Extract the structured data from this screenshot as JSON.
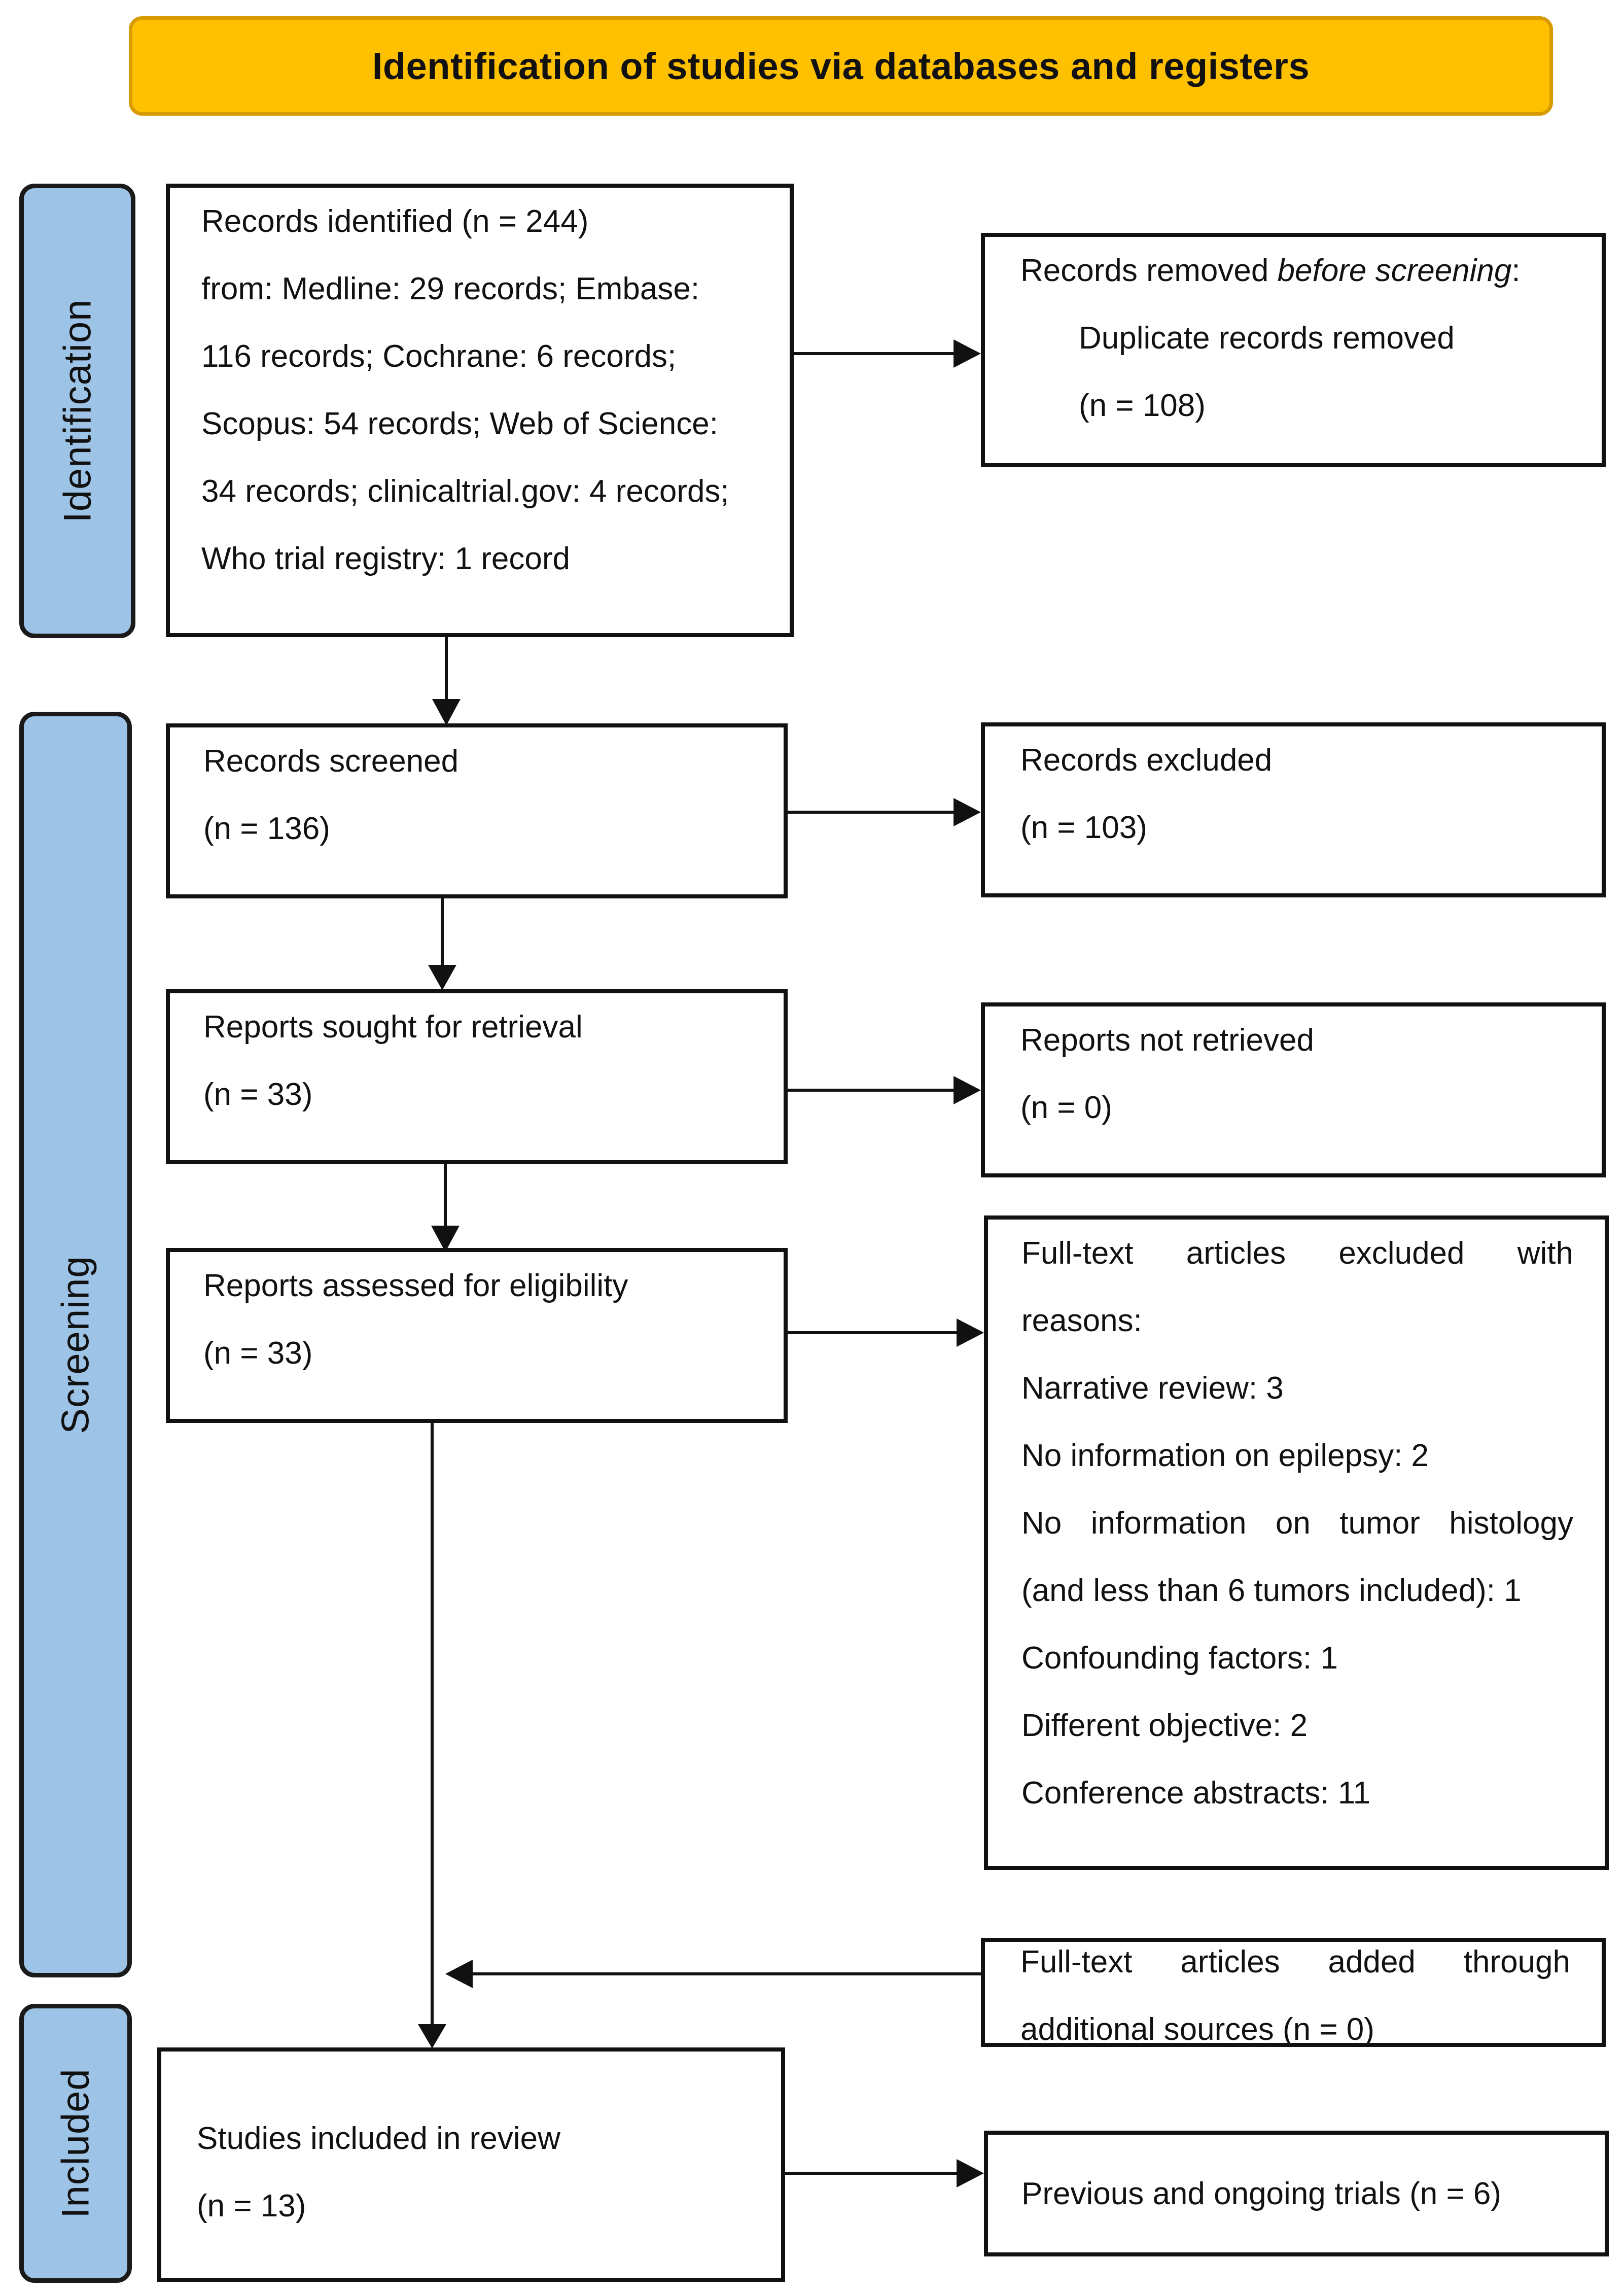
{
  "header": {
    "title": "Identification of studies via databases and registers"
  },
  "phases": {
    "identification": "Identification",
    "screening": "Screening",
    "included": "Included"
  },
  "records_identified": {
    "lines": [
      "Records identified (n = 244)",
      "from: Medline: 29 records; Embase:",
      "116 records; Cochrane: 6 records;",
      "Scopus: 54 records; Web of Science:",
      "34 records; clinicaltrial.gov: 4 records;",
      "Who trial registry: 1 record"
    ]
  },
  "records_removed": {
    "prefix": "Records removed ",
    "emphasis": "before screening",
    "suffix": ":",
    "line2": "Duplicate records removed",
    "line3": "(n = 108)"
  },
  "records_screened": {
    "label": "Records screened",
    "count": "(n = 136)"
  },
  "records_excluded": {
    "label": "Records excluded",
    "count": "(n = 103)"
  },
  "reports_sought": {
    "label": "Reports sought for retrieval",
    "count": "(n = 33)"
  },
  "reports_not_retrieved": {
    "label": "Reports not retrieved",
    "count": "(n = 0)"
  },
  "reports_assessed": {
    "label": "Reports assessed for eligibility",
    "count": "(n = 33)"
  },
  "fulltext_excluded": {
    "lines": [
      "Full-text articles excluded with",
      "reasons:",
      "Narrative review: 3",
      "No information on epilepsy: 2",
      "No information on tumor histology",
      "(and less than 6 tumors included): 1",
      "Confounding factors: 1",
      "Different objective: 2",
      "Conference abstracts: 11"
    ]
  },
  "fulltext_added": {
    "lines": [
      "Full-text articles added through",
      "additional sources (n = 0)"
    ]
  },
  "studies_included": {
    "label": "Studies included in review",
    "count": "(n = 13)"
  },
  "trials": {
    "label": "Previous and ongoing trials (n = 6)"
  }
}
